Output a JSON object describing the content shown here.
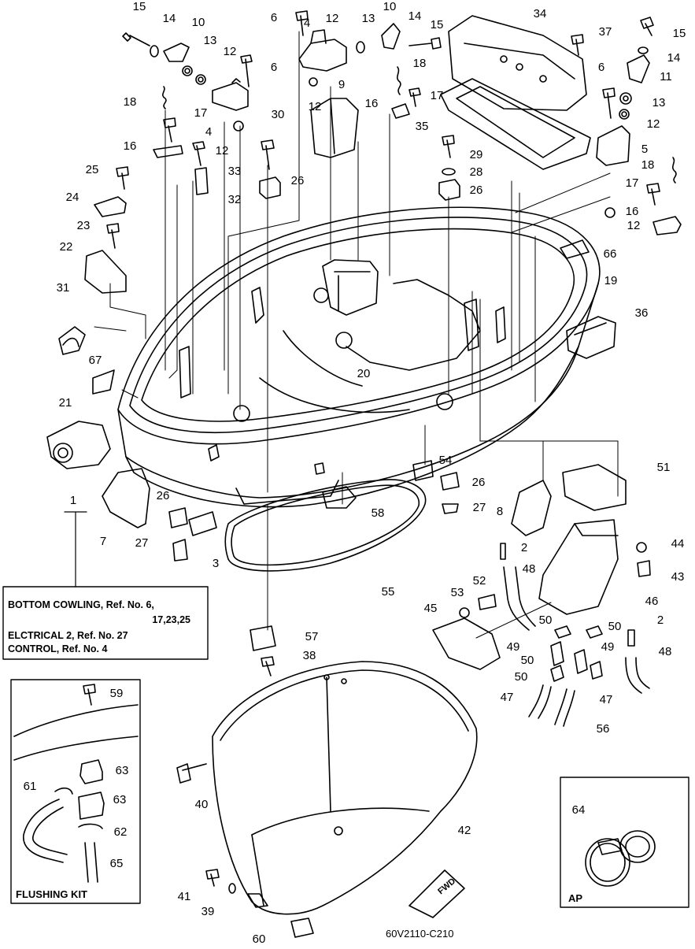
{
  "diagram": {
    "code": "60V2110-C210",
    "fwd_label": "FWD",
    "callouts": [
      {
        "id": "c-15a",
        "label": "15"
      },
      {
        "id": "c-14a",
        "label": "14"
      },
      {
        "id": "c-10a",
        "label": "10"
      },
      {
        "id": "c-13a",
        "label": "13"
      },
      {
        "id": "c-12a",
        "label": "12"
      },
      {
        "id": "c-6a",
        "label": "6"
      },
      {
        "id": "c-18a",
        "label": "18"
      },
      {
        "id": "c-17a",
        "label": "17"
      },
      {
        "id": "c-4a",
        "label": "4"
      },
      {
        "id": "c-12b",
        "label": "12"
      },
      {
        "id": "c-16a",
        "label": "16"
      },
      {
        "id": "c-33",
        "label": "33"
      },
      {
        "id": "c-30",
        "label": "30"
      },
      {
        "id": "c-25",
        "label": "25"
      },
      {
        "id": "c-32",
        "label": "32"
      },
      {
        "id": "c-24",
        "label": "24"
      },
      {
        "id": "c-23",
        "label": "23"
      },
      {
        "id": "c-22",
        "label": "22"
      },
      {
        "id": "c-31",
        "label": "31"
      },
      {
        "id": "c-67",
        "label": "67"
      },
      {
        "id": "c-21",
        "label": "21"
      },
      {
        "id": "c-1",
        "label": "1"
      },
      {
        "id": "c-7",
        "label": "7"
      },
      {
        "id": "c-26a",
        "label": "26"
      },
      {
        "id": "c-27a",
        "label": "27"
      },
      {
        "id": "c-3",
        "label": "3"
      },
      {
        "id": "c-6b",
        "label": "6"
      },
      {
        "id": "c-4b",
        "label": "4"
      },
      {
        "id": "c-12c",
        "label": "12"
      },
      {
        "id": "c-13b",
        "label": "13"
      },
      {
        "id": "c-10b",
        "label": "10"
      },
      {
        "id": "c-14b",
        "label": "14"
      },
      {
        "id": "c-15b",
        "label": "15"
      },
      {
        "id": "c-18b",
        "label": "18"
      },
      {
        "id": "c-12d",
        "label": "12"
      },
      {
        "id": "c-9",
        "label": "9"
      },
      {
        "id": "c-16b",
        "label": "16"
      },
      {
        "id": "c-17b",
        "label": "17"
      },
      {
        "id": "c-26b",
        "label": "26"
      },
      {
        "id": "c-34",
        "label": "34"
      },
      {
        "id": "c-37",
        "label": "37"
      },
      {
        "id": "c-35",
        "label": "35"
      },
      {
        "id": "c-29",
        "label": "29"
      },
      {
        "id": "c-28",
        "label": "28"
      },
      {
        "id": "c-26c",
        "label": "26"
      },
      {
        "id": "c-15c",
        "label": "15"
      },
      {
        "id": "c-14c",
        "label": "14"
      },
      {
        "id": "c-11",
        "label": "11"
      },
      {
        "id": "c-6c",
        "label": "6"
      },
      {
        "id": "c-13c",
        "label": "13"
      },
      {
        "id": "c-12e",
        "label": "12"
      },
      {
        "id": "c-5",
        "label": "5"
      },
      {
        "id": "c-18c",
        "label": "18"
      },
      {
        "id": "c-17c",
        "label": "17"
      },
      {
        "id": "c-16c",
        "label": "16"
      },
      {
        "id": "c-12f",
        "label": "12"
      },
      {
        "id": "c-66",
        "label": "66"
      },
      {
        "id": "c-19",
        "label": "19"
      },
      {
        "id": "c-36",
        "label": "36"
      },
      {
        "id": "c-20",
        "label": "20"
      },
      {
        "id": "c-54",
        "label": "54"
      },
      {
        "id": "c-26d",
        "label": "26"
      },
      {
        "id": "c-27b",
        "label": "27"
      },
      {
        "id": "c-58",
        "label": "58"
      },
      {
        "id": "c-55",
        "label": "55"
      },
      {
        "id": "c-51",
        "label": "51"
      },
      {
        "id": "c-8",
        "label": "8"
      },
      {
        "id": "c-2a",
        "label": "2"
      },
      {
        "id": "c-48a",
        "label": "48"
      },
      {
        "id": "c-44",
        "label": "44"
      },
      {
        "id": "c-43",
        "label": "43"
      },
      {
        "id": "c-52",
        "label": "52"
      },
      {
        "id": "c-53",
        "label": "53"
      },
      {
        "id": "c-46",
        "label": "46"
      },
      {
        "id": "c-45",
        "label": "45"
      },
      {
        "id": "c-50a",
        "label": "50"
      },
      {
        "id": "c-2b",
        "label": "2"
      },
      {
        "id": "c-50b",
        "label": "50"
      },
      {
        "id": "c-49a",
        "label": "49"
      },
      {
        "id": "c-49b",
        "label": "49"
      },
      {
        "id": "c-48b",
        "label": "48"
      },
      {
        "id": "c-50c",
        "label": "50"
      },
      {
        "id": "c-50d",
        "label": "50"
      },
      {
        "id": "c-47a",
        "label": "47"
      },
      {
        "id": "c-47b",
        "label": "47"
      },
      {
        "id": "c-56",
        "label": "56"
      },
      {
        "id": "c-57",
        "label": "57"
      },
      {
        "id": "c-38",
        "label": "38"
      },
      {
        "id": "c-42",
        "label": "42"
      },
      {
        "id": "c-40",
        "label": "40"
      },
      {
        "id": "c-41",
        "label": "41"
      },
      {
        "id": "c-39",
        "label": "39"
      },
      {
        "id": "c-60",
        "label": "60"
      },
      {
        "id": "c-59",
        "label": "59"
      },
      {
        "id": "c-63a",
        "label": "63"
      },
      {
        "id": "c-61",
        "label": "61"
      },
      {
        "id": "c-63b",
        "label": "63"
      },
      {
        "id": "c-62",
        "label": "62"
      },
      {
        "id": "c-65",
        "label": "65"
      },
      {
        "id": "c-64",
        "label": "64"
      }
    ],
    "reference_box": {
      "line1": "BOTTOM COWLING, Ref. No. 6,",
      "line2": "17,23,25",
      "line3": "ELCTRICAL 2, Ref. No. 27",
      "line4": "CONTROL,  Ref. No. 4"
    },
    "flushing_kit": {
      "title": "FLUSHING KIT"
    },
    "ap_box": {
      "title": "AP"
    }
  }
}
